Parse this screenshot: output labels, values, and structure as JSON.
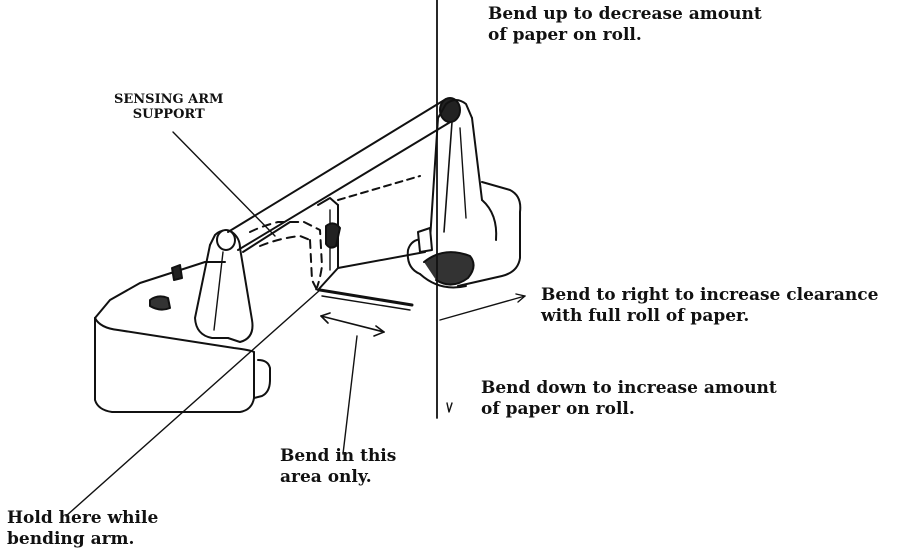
{
  "labels": {
    "bend_up": "Bend up to decrease amount\nof paper on roll.",
    "sensing_arm_support": "SENSING ARM\nSUPPORT",
    "bend_right": "Bend to right to increase clearance\nwith full roll of paper.",
    "bend_down": "Bend down to increase amount\nof paper on roll.",
    "bend_area": "Bend in this\narea only.",
    "hold_here": "Hold here while\nbending arm."
  }
}
